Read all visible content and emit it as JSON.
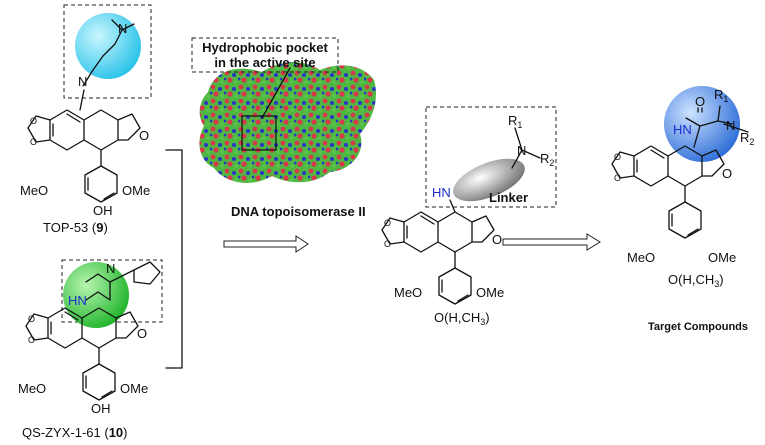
{
  "colors": {
    "cyan_sphere": "#55d7f2",
    "green_sphere": "#3fd145",
    "blue_sphere": "#3f86e8",
    "linker_gray": "#9a9a9a",
    "nh_blue": "#1a2fcc",
    "protein_green": "#46b53a",
    "protein_red": "#d8394a",
    "protein_blue": "#2a34c8"
  },
  "compound9": {
    "substituents": {
      "dimethylamine_n": "N",
      "amine_n": "N"
    },
    "methoxy_left": "MeO",
    "methoxy_right": "OMe",
    "hydroxy": "OH",
    "lactone_o": "O",
    "name_prefix": "TOP-53 (",
    "number": "9",
    "name_suffix": ")"
  },
  "compound10": {
    "nh": "HN",
    "piperidine_n": "N",
    "methoxy_left": "MeO",
    "methoxy_right": "OMe",
    "hydroxy": "OH",
    "lactone_o": "O",
    "name_prefix": "QS-ZYX-1-61 (",
    "number": "10",
    "name_suffix": ")"
  },
  "protein": {
    "callout_line1": "Hydrophobic pocket",
    "callout_line2": "in the active site",
    "caption": "DNA topoisomerase II"
  },
  "design": {
    "nh": "HN",
    "linker": "Linker",
    "amine_n": "N",
    "r1": "R",
    "r1_sub": "1",
    "r2": "R",
    "r2_sub": "2",
    "methoxy_left": "MeO",
    "methoxy_right": "OMe",
    "bottom_sub": "O(H,CH",
    "bottom_sub_3": "3",
    "bottom_sub_close": ")",
    "lactone_o": "O"
  },
  "target": {
    "nh": "HN",
    "carbonyl_o": "O",
    "amine_n": "N",
    "r1": "R",
    "r1_sub": "1",
    "r2": "R",
    "r2_sub": "2",
    "methoxy_left": "MeO",
    "methoxy_right": "OMe",
    "bottom_sub": "O(H,CH",
    "bottom_sub_3": "3",
    "bottom_sub_close": ")",
    "lactone_o": "O",
    "caption": "Target Compounds"
  }
}
